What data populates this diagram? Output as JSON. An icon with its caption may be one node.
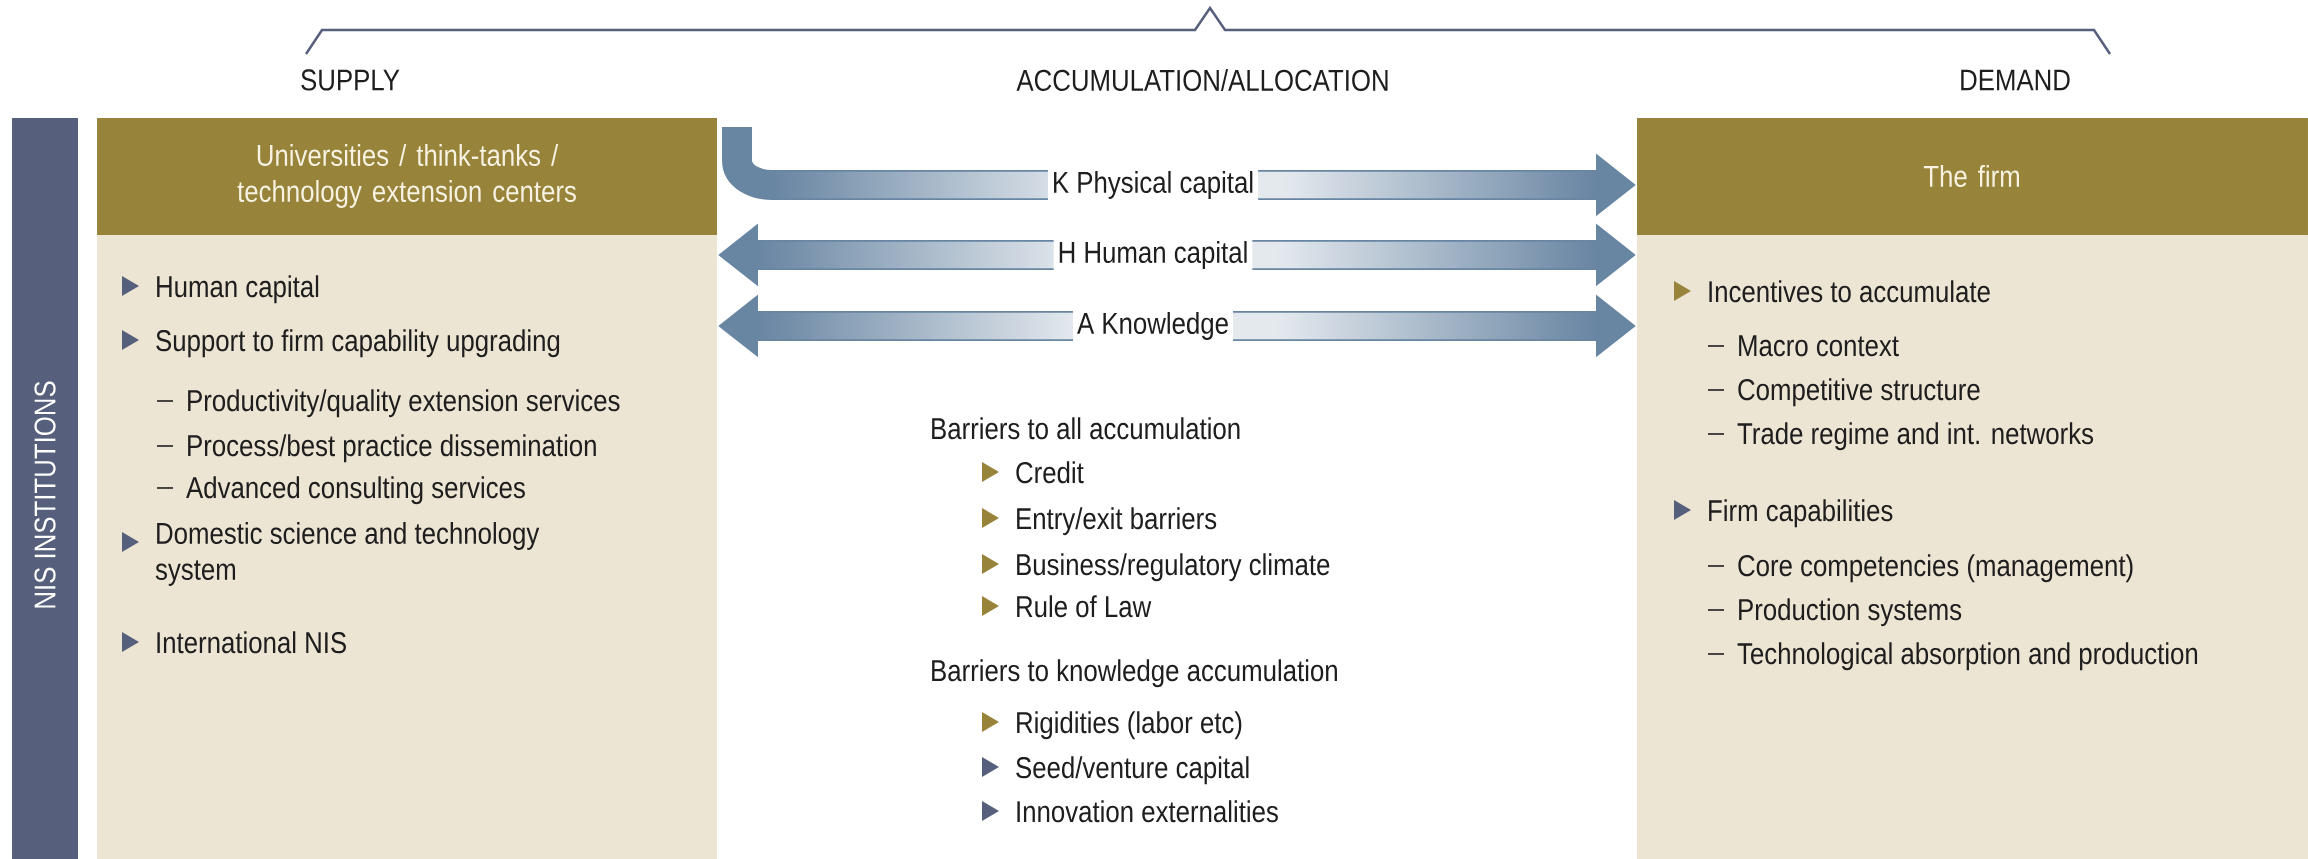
{
  "diagram": {
    "nodes": [
      {
        "text": [
          "NIS INSTITUTIONS"
        ]
      },
      {
        "beside": [
          "SUPPLY"
        ],
        "text": [
          "Universities / think-tanks / technology extension centers",
          "Human capital",
          "Support to firm capability upgrading",
          "Productivity/quality extension services",
          "Process/best practice dissemination",
          "Advanced consulting services",
          "Domestic science and technology system",
          "International NIS"
        ]
      },
      {
        "beside": [
          "DEMAND"
        ],
        "text": [
          "The firm",
          "Incentives to accumulate",
          "Macro context",
          "Competitive structure",
          "Trade regime and int. networks",
          "Firm capabilities",
          "Core competencies (management)",
          "Production systems",
          "Technological absorption and production"
        ]
      }
    ],
    "edges": [
      {
        "from": 1,
        "to": 2,
        "arrow": "to",
        "label": "K Physical capital"
      },
      {
        "from": 1,
        "to": 2,
        "arrow": "both",
        "label": "H Human capital"
      },
      {
        "from": 1,
        "to": 2,
        "arrow": "both",
        "label": "A Knowledge"
      }
    ],
    "labels": [
      "ACCUMULATION/ALLOCATION",
      "Barriers to all accumulation",
      "Credit",
      "Entry/exit barriers",
      "Business/regulatory climate",
      "Rule of Law",
      "Barriers to knowledge accumulation",
      "Rigidities (labor etc)",
      "Seed/venture capital",
      "Innovation externalities"
    ]
  }
}
